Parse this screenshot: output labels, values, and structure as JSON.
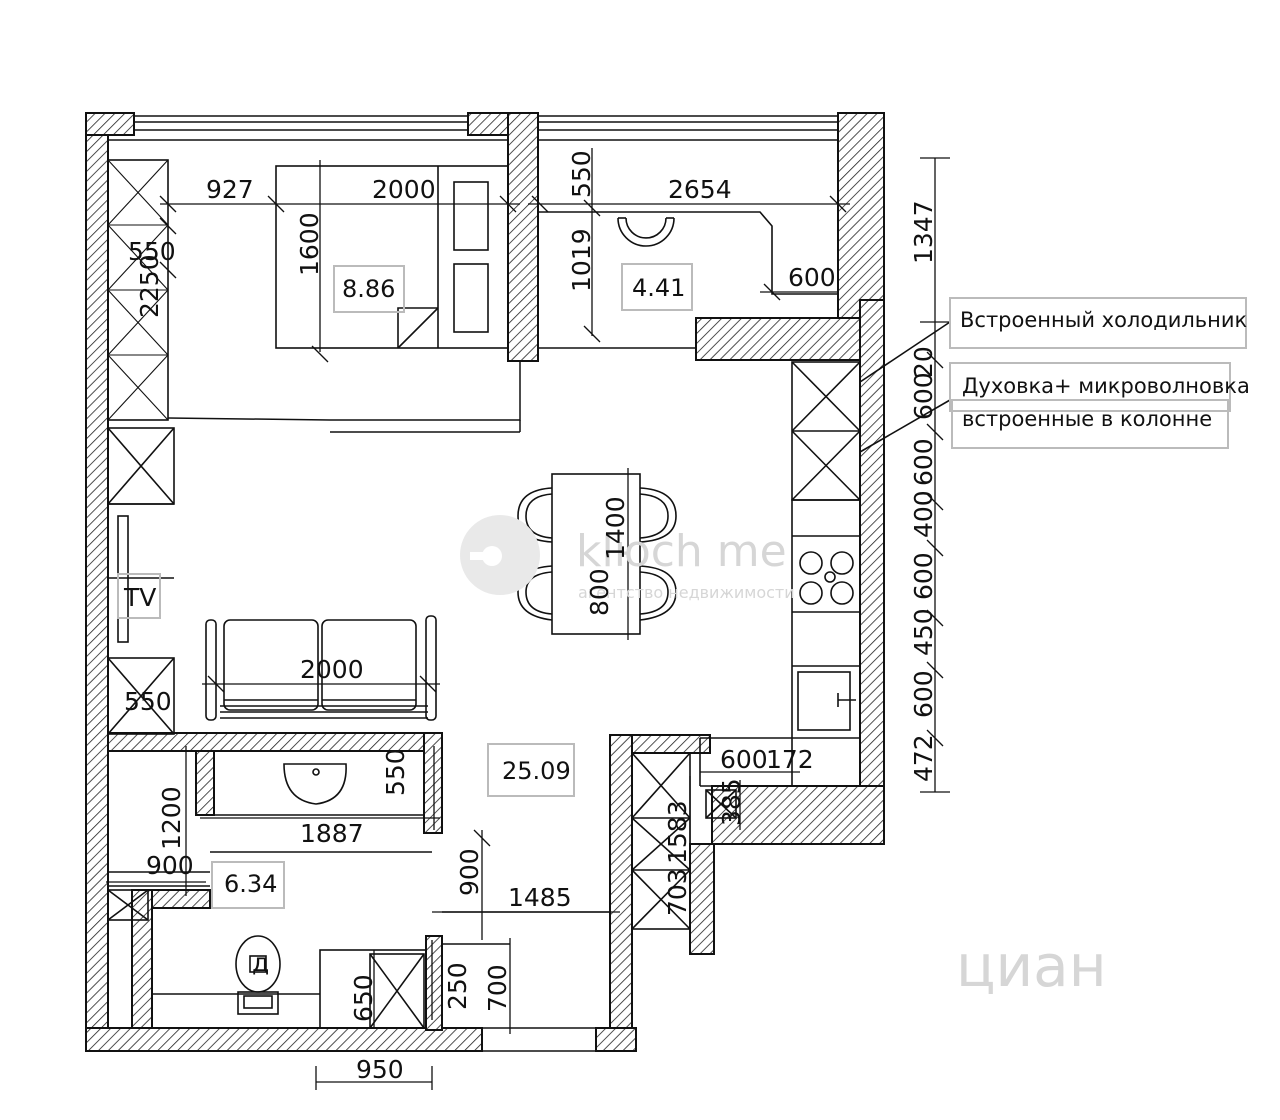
{
  "areas": {
    "bedroom": "8.86",
    "storage": "4.41",
    "living": "25.09",
    "bathroom": "6.34"
  },
  "dims": {
    "bed_left_gap": "927",
    "bed_length": "2000",
    "bed_width": "1600",
    "wardrobe_depth_top": "550",
    "wardrobe_length": "2250",
    "storage_depth": "550",
    "storage_width": "2654",
    "storage_height": "1019",
    "storage_shelf": "600",
    "right_overall": "1347",
    "fridge_gap": "20",
    "col_600_a": "600",
    "col_600_b": "600",
    "col_400": "400",
    "col_600_c": "600",
    "col_450": "450",
    "col_600_d": "600",
    "col_472": "472",
    "table_width": "800",
    "table_length": "1400",
    "sofa_length": "2000",
    "tv_wardrobe_depth": "550",
    "vanity_depth": "550",
    "vanity_length": "1887",
    "bath_height": "1200",
    "bath_width": "900",
    "corridor_900": "900",
    "corridor_1485": "1485",
    "closet_1583": "1583",
    "closet_703": "703",
    "kitchen_600": "600",
    "kitchen_172": "172",
    "kitchen_385": "385",
    "shower_650": "650",
    "shower_250": "250",
    "shower_700": "700",
    "bottom_950": "950"
  },
  "labels": {
    "tv": "TV",
    "fridge": "Встроенный холодильник",
    "oven_1": "Духовка+ микроволновка",
    "oven_2": "встроенные в колонне",
    "toilet_mark": "д"
  },
  "watermarks": {
    "brand": "klюch me",
    "brand_sub": "агентство недвижимости",
    "cian": "циан"
  }
}
